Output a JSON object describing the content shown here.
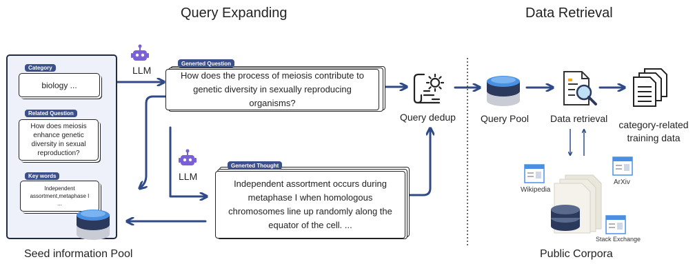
{
  "titles": {
    "query_expanding": "Query Expanding",
    "data_retrieval": "Data Retrieval"
  },
  "seed_pool": {
    "caption": "Seed information Pool",
    "category_tag": "Category",
    "category_value": "biology ...",
    "related_tag": "Related Question",
    "related_value": "How does meiosis enhance genetic diversity in sexual reproduction?",
    "keywords_tag": "Key words",
    "keywords_value": "Independent assortment,metaphase I ..."
  },
  "llm_top": "LLM",
  "llm_bottom": "LLM",
  "generated_question": {
    "tag": "Generted Question",
    "text": "How does the process of meiosis contribute to genetic diversity in sexually reproducing organisms?"
  },
  "generated_thought": {
    "tag": "Generted Thought",
    "text": "Independent assortment occurs during metaphase I when homologous chromosomes line up randomly along the equator of the cell. ..."
  },
  "query_dedup": "Query dedup",
  "query_pool": "Query Pool",
  "data_retrieval_label": "Data retrieval",
  "output_label": "category-related training data",
  "public_corpora": {
    "caption": "Public Corpora",
    "wikipedia": "Wikipedia",
    "arxiv": "ArXiv",
    "stack_exchange": "Stack Exchange"
  },
  "colors": {
    "arrow": "#2f4a86",
    "tag": "#3b4f8a",
    "robot": "#7b5fd6",
    "db_top": "#4a90e2",
    "db_dark": "#2b3a5c"
  }
}
